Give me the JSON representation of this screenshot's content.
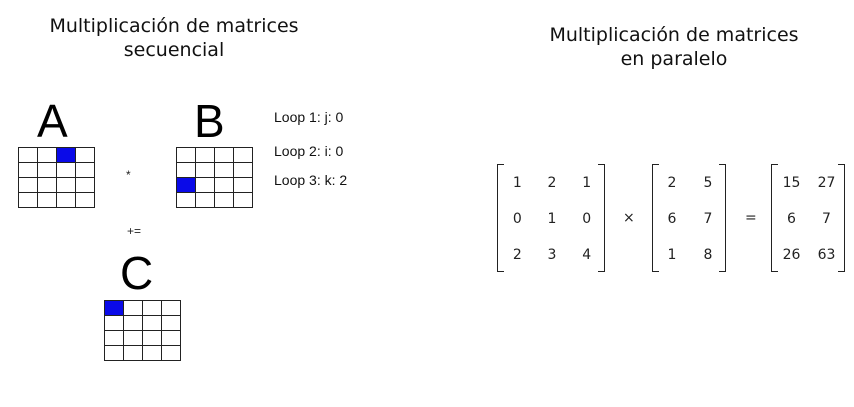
{
  "left_title": [
    "Multiplicación de matrices",
    "secuencial"
  ],
  "right_title": [
    "Multiplicación de matrices",
    "en paralelo"
  ],
  "letters": {
    "a": "A",
    "b": "B",
    "c": "C"
  },
  "operators": {
    "times": "*",
    "plus_equals": "+="
  },
  "loops": [
    "Loop 1: j: 0",
    "Loop 2: i: 0",
    "Loop 3: k: 2"
  ],
  "highlight_color": "#0a0ae8",
  "seq_grids": {
    "a": {
      "rows": 4,
      "cols": 4,
      "highlight": [
        0,
        2
      ]
    },
    "b": {
      "rows": 4,
      "cols": 4,
      "highlight": [
        2,
        0
      ]
    },
    "c": {
      "rows": 4,
      "cols": 4,
      "highlight": [
        0,
        0
      ]
    }
  },
  "equation": {
    "m1": [
      [
        "1",
        "2",
        "1"
      ],
      [
        "0",
        "1",
        "0"
      ],
      [
        "2",
        "3",
        "4"
      ]
    ],
    "times_sign": "×",
    "m2": [
      [
        "2",
        "5"
      ],
      [
        "6",
        "7"
      ],
      [
        "1",
        "8"
      ]
    ],
    "equals_sign": "=",
    "result": [
      [
        "15",
        "27"
      ],
      [
        "6",
        "7"
      ],
      [
        "26",
        "63"
      ]
    ]
  }
}
